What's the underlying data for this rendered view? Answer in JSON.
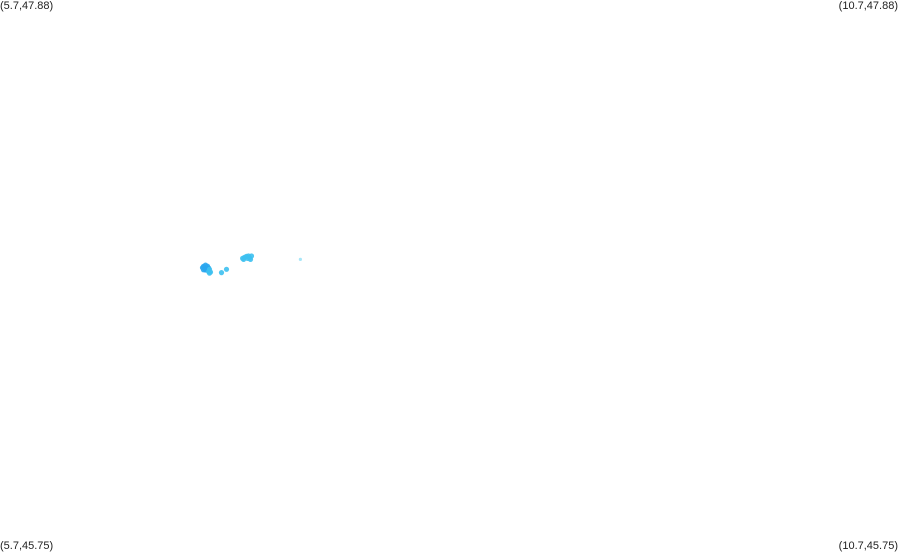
{
  "corners": {
    "top_left": "(5.7,47.88)",
    "top_right": "(10.7,47.88)",
    "bottom_left": "(5.7,45.75)",
    "bottom_right": "(10.7,45.75)"
  },
  "bounds": {
    "lon_min": 5.7,
    "lon_max": 10.7,
    "lat_min": 45.75,
    "lat_max": 47.88
  },
  "colors": {
    "background": "#ffffff",
    "point_dark": "#2aa6ee",
    "point_mid": "#3dc0f0",
    "point_light": "#9de3f7"
  },
  "chart_data": {
    "type": "scatter",
    "x_unit": "longitude",
    "y_unit": "latitude",
    "xlim": [
      5.7,
      10.7
    ],
    "ylim": [
      45.75,
      47.88
    ],
    "grid": false,
    "points": [
      {
        "x": 6.832,
        "y": 46.852,
        "shade": "dark"
      },
      {
        "x": 6.843,
        "y": 46.857,
        "shade": "dark"
      },
      {
        "x": 6.854,
        "y": 46.853,
        "shade": "dark"
      },
      {
        "x": 6.838,
        "y": 46.845,
        "shade": "dark"
      },
      {
        "x": 6.849,
        "y": 46.843,
        "shade": "dark"
      },
      {
        "x": 6.826,
        "y": 46.847,
        "shade": "dark"
      },
      {
        "x": 6.86,
        "y": 46.846,
        "shade": "dark"
      },
      {
        "x": 6.843,
        "y": 46.838,
        "shade": "dark"
      },
      {
        "x": 6.854,
        "y": 46.838,
        "shade": "dark"
      },
      {
        "x": 6.832,
        "y": 46.839,
        "shade": "dark"
      },
      {
        "x": 6.865,
        "y": 46.841,
        "shade": "mid"
      },
      {
        "x": 6.86,
        "y": 46.832,
        "shade": "mid"
      },
      {
        "x": 6.871,
        "y": 46.83,
        "shade": "mid"
      },
      {
        "x": 6.865,
        "y": 46.826,
        "shade": "mid"
      },
      {
        "x": 6.932,
        "y": 46.828,
        "shade": "mid"
      },
      {
        "x": 6.96,
        "y": 46.841,
        "shade": "mid"
      },
      {
        "x": 7.049,
        "y": 46.883,
        "shade": "mid"
      },
      {
        "x": 7.06,
        "y": 46.887,
        "shade": "mid"
      },
      {
        "x": 7.055,
        "y": 46.879,
        "shade": "mid"
      },
      {
        "x": 7.071,
        "y": 46.891,
        "shade": "mid"
      },
      {
        "x": 7.082,
        "y": 46.892,
        "shade": "mid"
      },
      {
        "x": 7.077,
        "y": 46.883,
        "shade": "mid"
      },
      {
        "x": 7.088,
        "y": 46.885,
        "shade": "mid"
      },
      {
        "x": 7.099,
        "y": 46.892,
        "shade": "mid"
      },
      {
        "x": 7.093,
        "y": 46.879,
        "shade": "mid"
      },
      {
        "x": 7.371,
        "y": 46.879,
        "shade": "light"
      }
    ]
  }
}
